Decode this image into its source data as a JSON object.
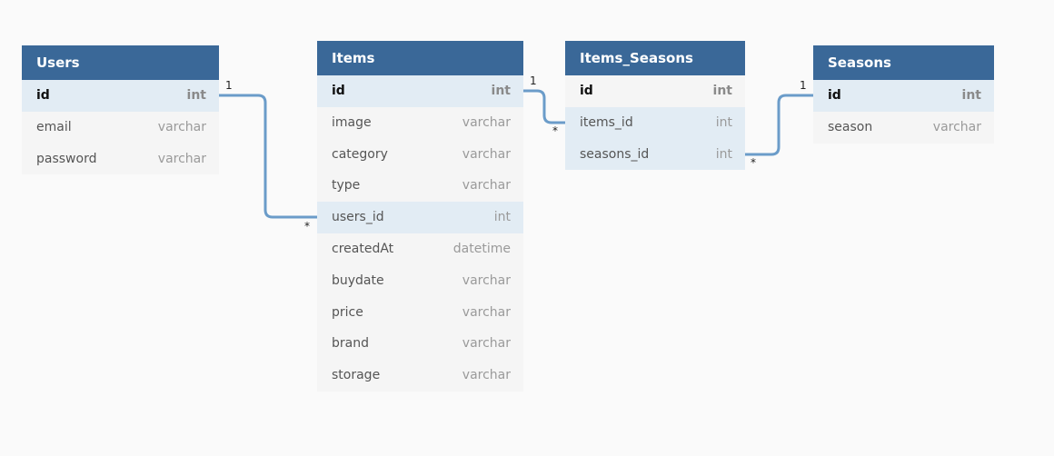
{
  "diagram": {
    "tables": [
      {
        "key": "users",
        "name": "Users",
        "fields": [
          {
            "name": "id",
            "type": "int",
            "pk": true,
            "highlight": true
          },
          {
            "name": "email",
            "type": "varchar",
            "pk": false,
            "highlight": false
          },
          {
            "name": "password",
            "type": "varchar",
            "pk": false,
            "highlight": false
          }
        ]
      },
      {
        "key": "items",
        "name": "Items",
        "fields": [
          {
            "name": "id",
            "type": "int",
            "pk": true,
            "highlight": true
          },
          {
            "name": "image",
            "type": "varchar",
            "pk": false,
            "highlight": false
          },
          {
            "name": "category",
            "type": "varchar",
            "pk": false,
            "highlight": false
          },
          {
            "name": "type",
            "type": "varchar",
            "pk": false,
            "highlight": false
          },
          {
            "name": "users_id",
            "type": "int",
            "pk": false,
            "highlight": true
          },
          {
            "name": "createdAt",
            "type": "datetime",
            "pk": false,
            "highlight": false
          },
          {
            "name": "buydate",
            "type": "varchar",
            "pk": false,
            "highlight": false
          },
          {
            "name": "price",
            "type": "varchar",
            "pk": false,
            "highlight": false
          },
          {
            "name": "brand",
            "type": "varchar",
            "pk": false,
            "highlight": false
          },
          {
            "name": "storage",
            "type": "varchar",
            "pk": false,
            "highlight": false
          }
        ]
      },
      {
        "key": "items_seasons",
        "name": "Items_Seasons",
        "fields": [
          {
            "name": "id",
            "type": "int",
            "pk": true,
            "highlight": false
          },
          {
            "name": "items_id",
            "type": "int",
            "pk": false,
            "highlight": true
          },
          {
            "name": "seasons_id",
            "type": "int",
            "pk": false,
            "highlight": true
          }
        ]
      },
      {
        "key": "seasons",
        "name": "Seasons",
        "fields": [
          {
            "name": "id",
            "type": "int",
            "pk": true,
            "highlight": true
          },
          {
            "name": "season",
            "type": "varchar",
            "pk": false,
            "highlight": false
          }
        ]
      }
    ],
    "relations": [
      {
        "from": "users.id",
        "to": "items.users_id",
        "from_card": "1",
        "to_card": "*"
      },
      {
        "from": "items.id",
        "to": "items_seasons.items_id",
        "from_card": "1",
        "to_card": "*"
      },
      {
        "from": "seasons.id",
        "to": "items_seasons.seasons_id",
        "from_card": "1",
        "to_card": "*"
      }
    ],
    "colors": {
      "header": "#3a6898",
      "header_text": "#ffffff",
      "row_bg": "#f5f5f5",
      "row_highlight": "#e2ecf4",
      "relation_line": "#6b9cc9",
      "canvas": "#fafafa"
    }
  }
}
